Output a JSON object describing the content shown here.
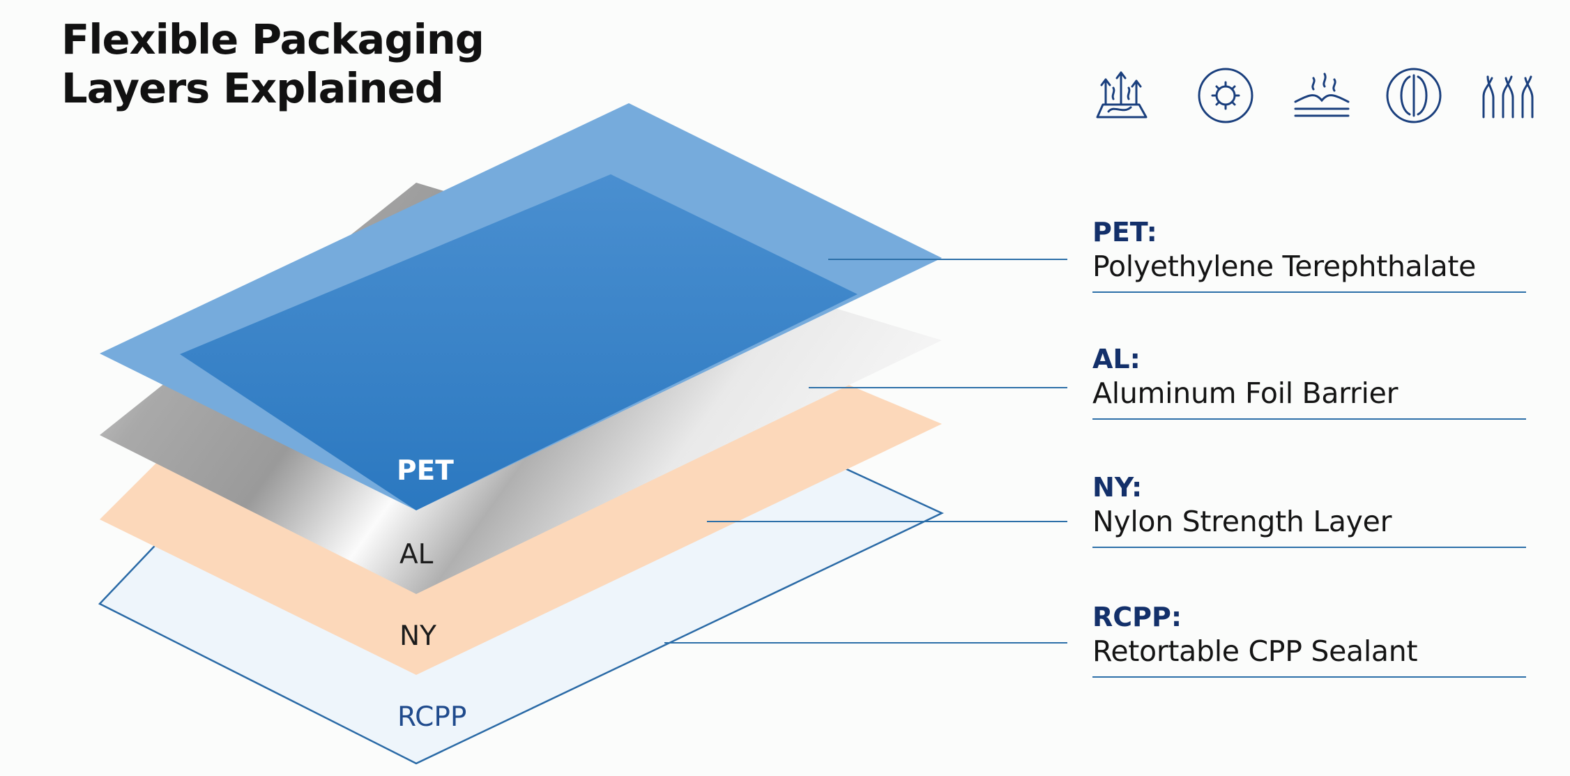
{
  "title": {
    "line1": "Flexible Packaging",
    "line2": "Layers Explained"
  },
  "icons": [
    {
      "name": "heat-resistance-icon"
    },
    {
      "name": "antimicrobial-icon"
    },
    {
      "name": "moisture-barrier-icon"
    },
    {
      "name": "oxygen-barrier-icon"
    },
    {
      "name": "strength-fibers-icon"
    }
  ],
  "layers": [
    {
      "code": "PET",
      "label": "PET",
      "description": "Polyethylene Terephthalate",
      "color": "#2e7bc2"
    },
    {
      "code": "AL",
      "label": "AL",
      "description": "Aluminum Foil Barrier",
      "color": "#b8b8b8"
    },
    {
      "code": "NY",
      "label": "NY",
      "description": "Nylon Strength Layer",
      "color": "#fcd7b9"
    },
    {
      "code": "RCPP",
      "label": "RCPP",
      "description": "Retortable CPP Sealant",
      "color": "#eef5fb"
    }
  ],
  "legend_codes": [
    "PET:",
    "AL:",
    "NY:",
    "RCPP:"
  ],
  "colors": {
    "accent_navy": "#13306a",
    "leader_line": "#2c6fa8",
    "icon_stroke": "#1a3f7d"
  }
}
